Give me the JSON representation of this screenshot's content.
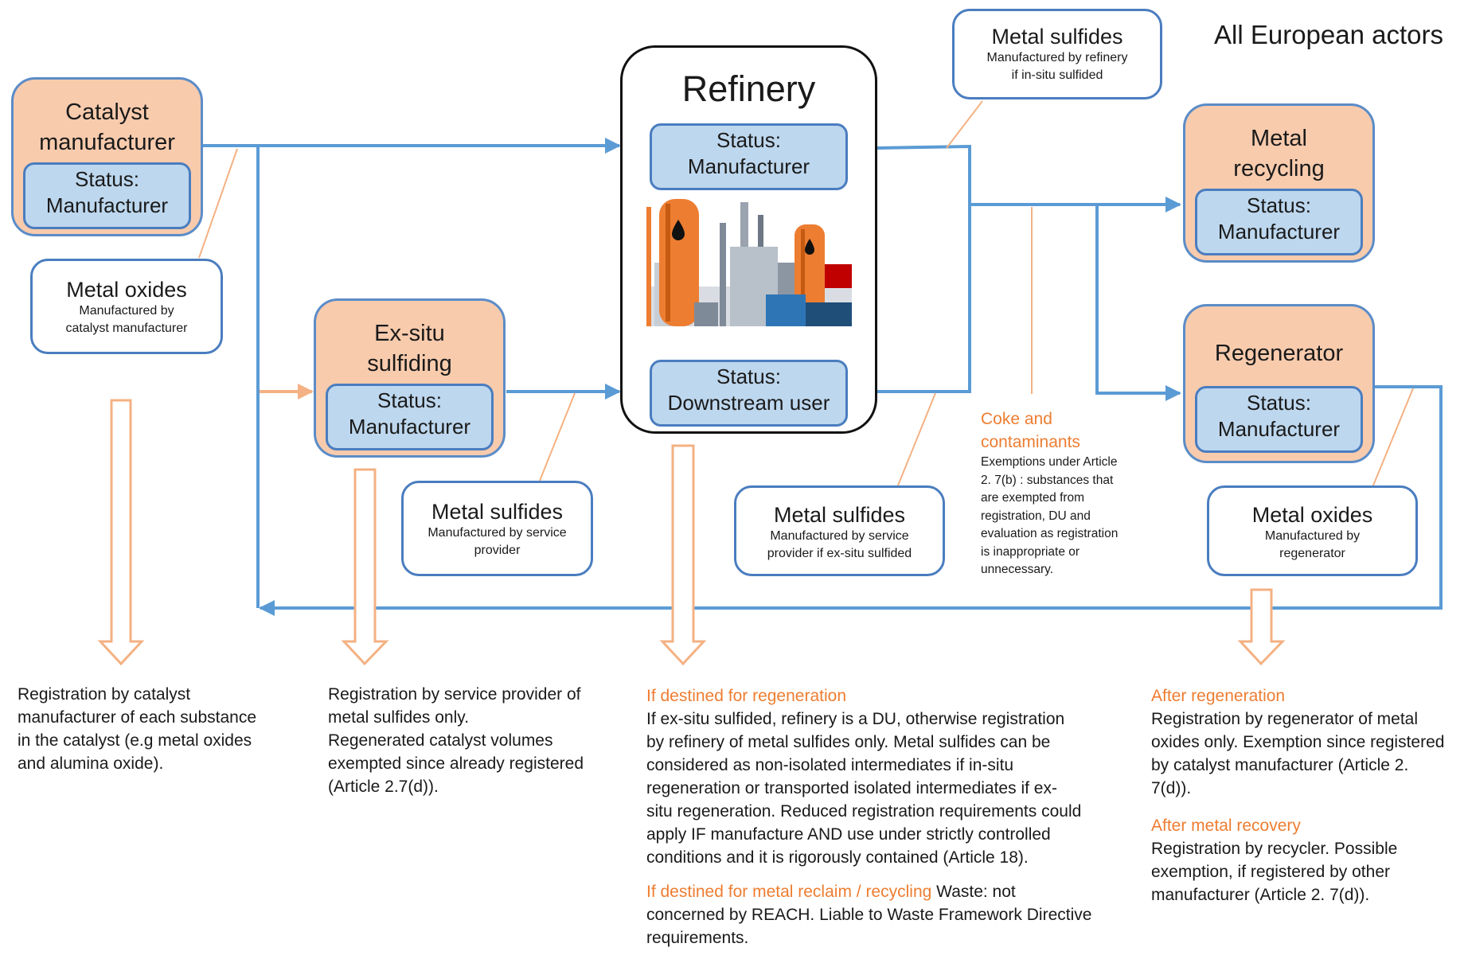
{
  "header": {
    "title": "All European actors"
  },
  "actors": {
    "catalyst_manufacturer": {
      "title_line1": "Catalyst",
      "title_line2": "manufacturer",
      "status_line1": "Status:",
      "status_line2": "Manufacturer"
    },
    "ex_situ": {
      "title_line1": "Ex-situ",
      "title_line2": "sulfiding",
      "status_line1": "Status:",
      "status_line2": "Manufacturer"
    },
    "refinery": {
      "title": "Refinery",
      "status_top_line1": "Status:",
      "status_top_line2": "Manufacturer",
      "status_bottom_line1": "Status:",
      "status_bottom_line2": "Downstream user"
    },
    "metal_recycling": {
      "title_line1": "Metal",
      "title_line2": "recycling",
      "status_line1": "Status:",
      "status_line2": "Manufacturer"
    },
    "regenerator": {
      "title": "Regenerator",
      "status_line1": "Status:",
      "status_line2": "Manufacturer"
    }
  },
  "callouts": {
    "metal_oxides_catalyst": {
      "title": "Metal oxides",
      "sub_line1": "Manufactured by",
      "sub_line2": "catalyst manufacturer"
    },
    "metal_sulfides_service": {
      "title": "Metal sulfides",
      "sub_line1": "Manufactured by service",
      "sub_line2": "provider"
    },
    "metal_sulfides_refinery": {
      "title": "Metal sulfides",
      "sub_line1": "Manufactured by refinery",
      "sub_line2": "if in-situ sulfided"
    },
    "metal_sulfides_exsitu": {
      "title": "Metal sulfides",
      "sub_line1": "Manufactured by service",
      "sub_line2": "provider if ex-situ sulfided"
    },
    "metal_oxides_regenerator": {
      "title": "Metal oxides",
      "sub_line1": "Manufactured by",
      "sub_line2": "regenerator"
    }
  },
  "coke": {
    "title_line1": "Coke and",
    "title_line2": "contaminants",
    "lines": [
      "Exemptions under Article",
      "2. 7(b) : substances that",
      "are exempted from",
      "registration, DU and",
      "evaluation as registration",
      "is inappropriate or",
      "unnecessary."
    ]
  },
  "notes": {
    "catalyst": [
      "Registration by catalyst",
      "manufacturer of each substance",
      "in the catalyst  (e.g metal oxides",
      "and alumina oxide)."
    ],
    "service": [
      "Registration by service provider of",
      "metal sulfides only.",
      "Regenerated catalyst volumes",
      "exempted since already registered",
      "(Article 2.7(d))."
    ],
    "refinery": {
      "heading1": "If destined for regeneration",
      "body1": [
        "If ex-situ sulfided, refinery is a DU, otherwise registration",
        "by refinery of metal sulfides only. Metal sulfides can be",
        "considered as non-isolated intermediates if in-situ",
        "regeneration or transported isolated intermediates if ex-",
        "situ regeneration. Reduced registration requirements could",
        "apply IF manufacture AND use under strictly controlled",
        "conditions and it is rigorously contained (Article 18)."
      ],
      "heading2": "If destined for metal reclaim / recycling",
      "body2_first": " Waste: not",
      "body2": [
        "concerned by REACH. Liable to Waste Framework Directive",
        "requirements."
      ]
    },
    "regenerator": {
      "heading1": "After regeneration",
      "body1": [
        "Registration by regenerator of metal",
        "oxides only.   Exemption since registered",
        "by catalyst manufacturer (Article 2.",
        "7(d))."
      ],
      "heading2": "After metal recovery",
      "body2": [
        "Registration by recycler. Possible",
        "exemption, if registered by other",
        "manufacturer (Article 2. 7(d))."
      ]
    }
  },
  "colors": {
    "actor_fill": "#f8cbad",
    "status_fill": "#bdd7ee",
    "flow_line": "#5b9bd5",
    "accent_orange": "#ed7d31"
  }
}
